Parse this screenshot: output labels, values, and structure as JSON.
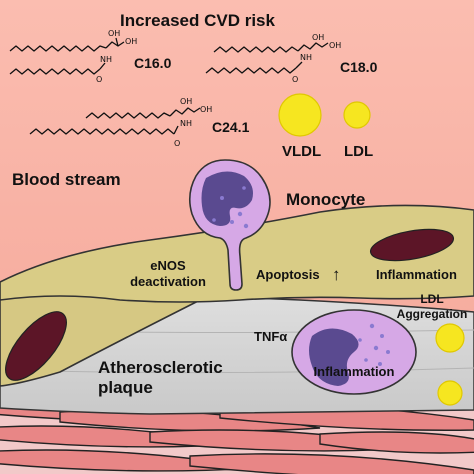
{
  "title": "Increased CVD risk",
  "ceramides": [
    {
      "label": "C16.0"
    },
    {
      "label": "C18.0"
    },
    {
      "label": "C24.1"
    }
  ],
  "atoms": {
    "oh": "OH",
    "nh": "NH",
    "o": "O"
  },
  "lipoproteins": {
    "vldl": "VLDL",
    "ldl": "LDL"
  },
  "labels": {
    "blood_stream": "Blood stream",
    "monocyte": "Monocyte",
    "enos_line1": "eNOS",
    "enos_line2": "deactivation",
    "apoptosis": "Apoptosis",
    "apoptosis_arrow": "↑",
    "inflammation_endothelium": "Inflammation",
    "ldl_aggregation_line1": "LDL",
    "ldl_aggregation_line2": "Aggregation",
    "tnf": "TNFα",
    "inflammation_macrophage": "Inflammation",
    "plaque_line1": "Atherosclerotic",
    "plaque_line2": "plaque"
  },
  "colors": {
    "blood_top": "#f8b3a5",
    "blood_bottom": "#f6a89a",
    "endothelium": "#d9cc86",
    "endothelium_outline": "#333333",
    "endothelial_nucleus": "#5b1428",
    "plaque": "#d4d4d4",
    "plaque_dark": "#c0c0c0",
    "cell_body": "#d6a8e6",
    "cell_nucleus": "#5a4a90",
    "lipoprotein": "#f6e620",
    "muscle": "#e98888"
  }
}
